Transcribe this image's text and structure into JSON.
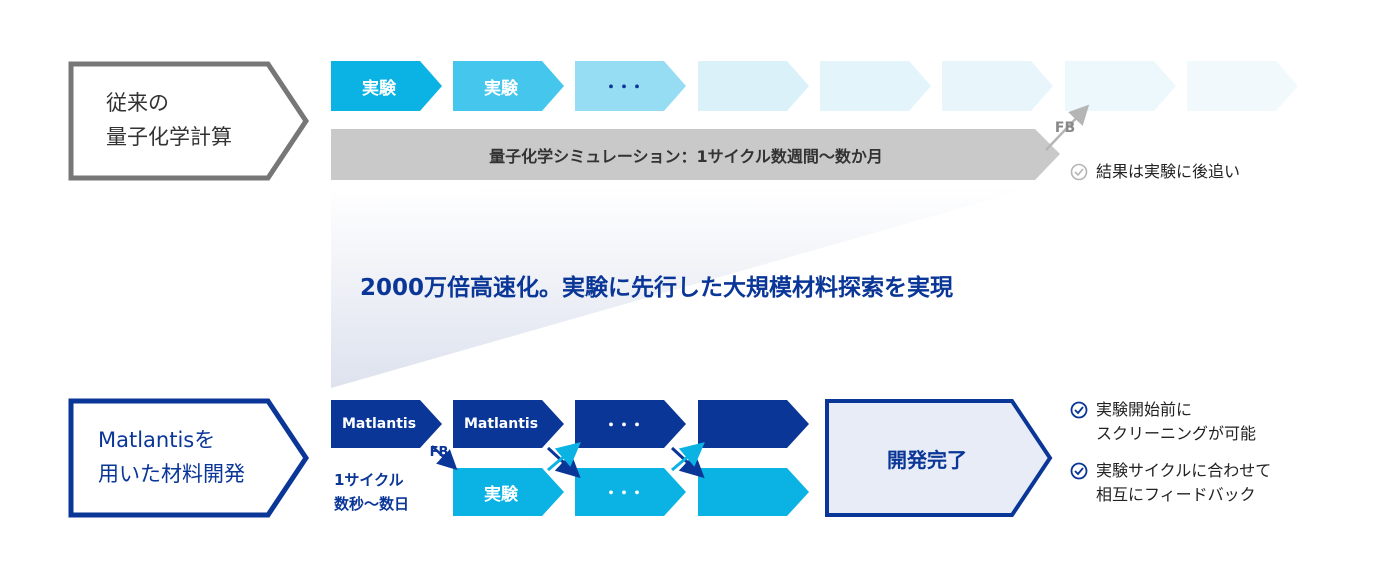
{
  "conventional": {
    "label_line1": "従来の",
    "label_line2": "量子化学計算",
    "chevron_1": "実験",
    "chevron_2": "実験",
    "chevron_3": "・・・",
    "simulation_label": "量子化学シミュレーション：1サイクル数週間〜数か月",
    "fb_label": "FB",
    "result_note": "結果は実験に後追い"
  },
  "headline": "2000万倍高速化。実験に先行した大規模材料探索を実現",
  "matlantis": {
    "label_line1": "Matlantisを",
    "label_line2": "用いた材料開発",
    "top_1": "Matlantis",
    "top_2": "Matlantis",
    "top_3": "・・・",
    "bottom_1": "実験",
    "bottom_2": "・・・",
    "fb_label": "FB",
    "cycle_line1": "1サイクル",
    "cycle_line2": "数秒〜数日",
    "complete": "開発完了",
    "benefit_1_line1": "実験開始前に",
    "benefit_1_line2": "スクリーニングが可能",
    "benefit_2_line1": "実験サイクルに合わせて",
    "benefit_2_line2": "相互にフィードバック"
  },
  "colors": {
    "gray_frame": "#777777",
    "navy": "#0a3697",
    "cyan": "#0ab3e3",
    "light_cyan": "#45c6ec",
    "pale_cyan": "#96dcf3",
    "faint_cyan": "#e3f4fb",
    "sim_gray": "#c9c9c9",
    "complete_fill": "#e8ecf6"
  }
}
